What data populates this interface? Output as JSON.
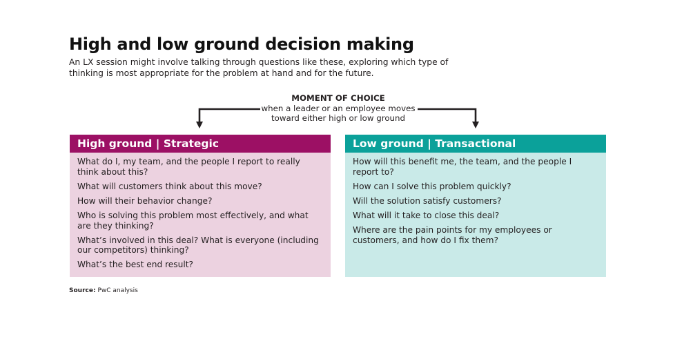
{
  "title": "High and low ground decision making",
  "subtitle": "An LX session might involve talking through questions like these, exploring which type of thinking is most appropriate for the problem at hand and for the future.",
  "moment_of_choice": {
    "heading": "MOMENT OF CHOICE",
    "line1": "when a  leader or an employee moves",
    "line2": "toward either high or low ground"
  },
  "high_ground": {
    "header": "High ground | Strategic",
    "color": "#9c1064",
    "background": "#ecd2e0",
    "questions": [
      "What do I, my team, and the people I report to really think about this?",
      "What will customers think about this move?",
      "How will their behavior change?",
      "Who is solving this problem most effectively, and what are they thinking?",
      "What’s involved in this deal? What is everyone (including our competitors) thinking?",
      "What’s the best end result?"
    ]
  },
  "low_ground": {
    "header": "Low ground | Transactional",
    "color": "#0ba19a",
    "background": "#c9eae8",
    "questions": [
      "How will this benefit me, the team, and the people I report to?",
      "How can I solve this problem quickly?",
      "Will the solution satisfy customers?",
      "What will it take to close this deal?",
      "Where are the pain points for my employees or customers, and how do I fix them?"
    ]
  },
  "source": {
    "label": "Source:",
    "text": "PwC analysis"
  }
}
